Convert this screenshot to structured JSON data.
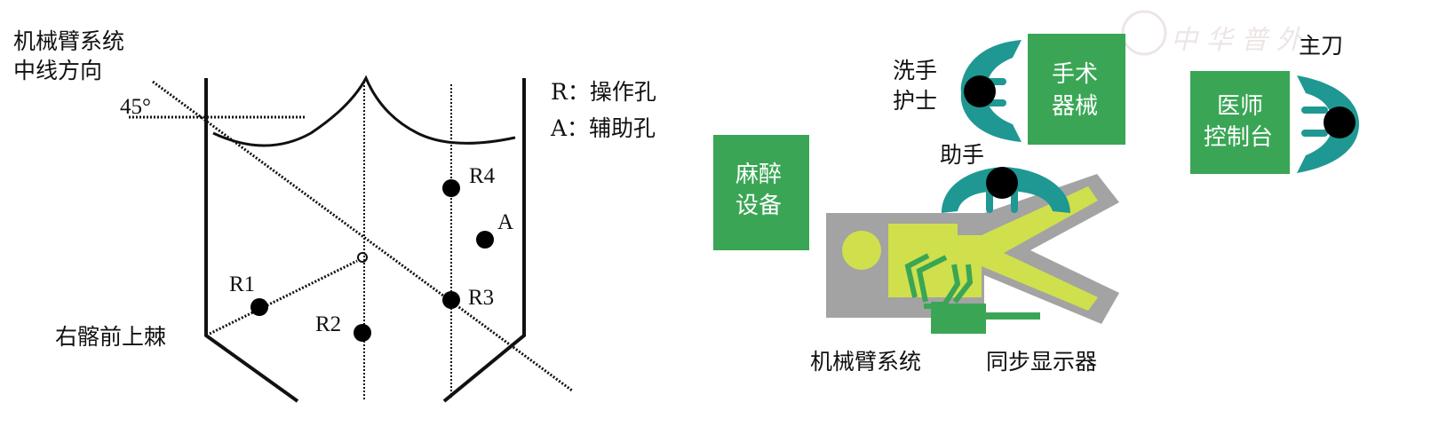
{
  "left_diagram": {
    "midline_label_1": "机械臂系统",
    "midline_label_2": "中线方向",
    "angle_label": "45°",
    "legend_r": "R：操作孔",
    "legend_a": "A：辅助孔",
    "ports": {
      "r1": "R1",
      "r2": "R2",
      "r3": "R3",
      "r4": "R4",
      "a": "A"
    },
    "landmark_label": "右髂前上棘"
  },
  "right_diagram": {
    "anesthesia_1": "麻醉",
    "anesthesia_2": "设备",
    "instruments_1": "手术",
    "instruments_2": "器械",
    "console_1": "医师",
    "console_2": "控制台",
    "scrub_nurse_1": "洗手",
    "scrub_nurse_2": "护士",
    "assistant": "助手",
    "surgeon": "主刀",
    "robot_arm_system": "机械臂系统",
    "sync_display": "同步显示器",
    "watermark": "中华普外"
  },
  "colors": {
    "green": "#3aa655",
    "teal": "#1f9893",
    "lime": "#cfe04c",
    "gray": "#a3a3a3"
  }
}
